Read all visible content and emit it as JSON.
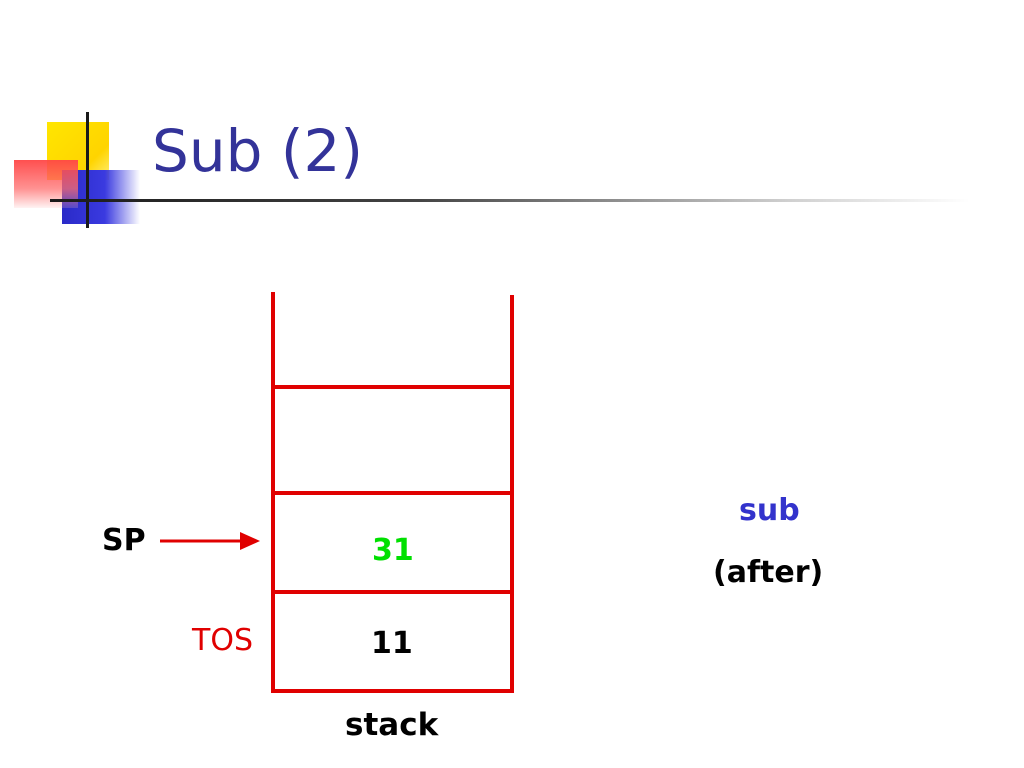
{
  "slide": {
    "title": "Sub (2)"
  },
  "diagram": {
    "stack_label": "stack",
    "pointer_label": "SP",
    "tos_label": "TOS",
    "cells": [
      {
        "value": ""
      },
      {
        "value": ""
      },
      {
        "value": "31"
      },
      {
        "value": "11"
      }
    ],
    "operation": "sub",
    "operation_state": "(after)"
  },
  "colors": {
    "title": "#333399",
    "stack_lines": "#e00000",
    "value_top": "#00e000",
    "value_below": "#000000",
    "tos_label": "#e00000",
    "operation": "#3333cc",
    "arrow": "#e00000"
  }
}
